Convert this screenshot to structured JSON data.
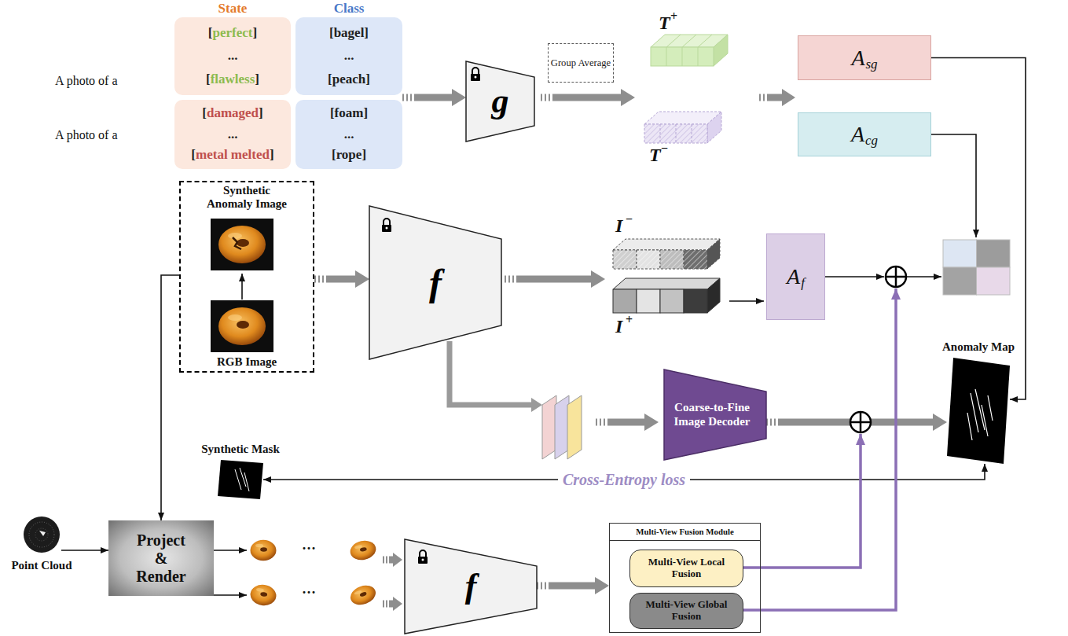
{
  "diagram": {
    "nodes": [
      {
        "text": [
          "State",
          "[perfect]",
          "...",
          "[flawless]"
        ]
      },
      {
        "text": [
          "[damaged]",
          "...",
          "[metal melted]"
        ]
      },
      {
        "text": [
          "Class",
          "[bagel]",
          "...",
          "[peach]"
        ]
      },
      {
        "text": [
          "[foam]",
          "...",
          "[rope]"
        ]
      },
      {
        "text": [
          "g"
        ]
      },
      {
        "text": [
          "Group Average"
        ]
      },
      {
        "text": [
          "A",
          "sg"
        ]
      },
      {
        "text": [
          "A",
          "cg"
        ]
      },
      {
        "text": [
          "Synthetic Anomaly Image",
          "RGB Image"
        ]
      },
      {
        "text": [
          "f"
        ]
      },
      {
        "text": [
          "A",
          "f"
        ]
      },
      {
        "text": [
          "Anomaly Map"
        ]
      },
      {
        "text": [
          "Coarse-to-Fine Image Decoder"
        ]
      },
      {
        "text": [
          "Synthetic Mask"
        ]
      },
      {
        "text": [
          "Project & Render"
        ]
      },
      {
        "text": [
          "Point Cloud"
        ]
      },
      {
        "text": [
          "f"
        ]
      },
      {
        "text": [
          "Multi-View Fusion Module"
        ]
      },
      {
        "text": [
          "Multi-View Local Fusion"
        ],
        "in": 17
      },
      {
        "text": [
          "Multi-View Global Fusion"
        ],
        "in": 17
      }
    ],
    "edges": [
      {
        "from": 2,
        "to": 4,
        "arrow": "to"
      },
      {
        "from": 6,
        "to": 11,
        "arrow": "to"
      },
      {
        "from": 8,
        "to": 9,
        "arrow": "to"
      },
      {
        "from": 12,
        "to": 11,
        "arrow": "to"
      },
      {
        "from": 11,
        "to": 13,
        "label": "Cross-Entropy loss",
        "arrow": "both"
      },
      {
        "from": 8,
        "to": 14,
        "arrow": "to"
      },
      {
        "from": 15,
        "to": 14,
        "arrow": "to"
      },
      {
        "from": 16,
        "to": 17,
        "arrow": "to"
      }
    ],
    "labels": [
      "A photo of a",
      "A photo of a",
      "T",
      "+",
      "T",
      "−",
      "I",
      "−",
      "I",
      "+",
      "···",
      "···"
    ]
  }
}
